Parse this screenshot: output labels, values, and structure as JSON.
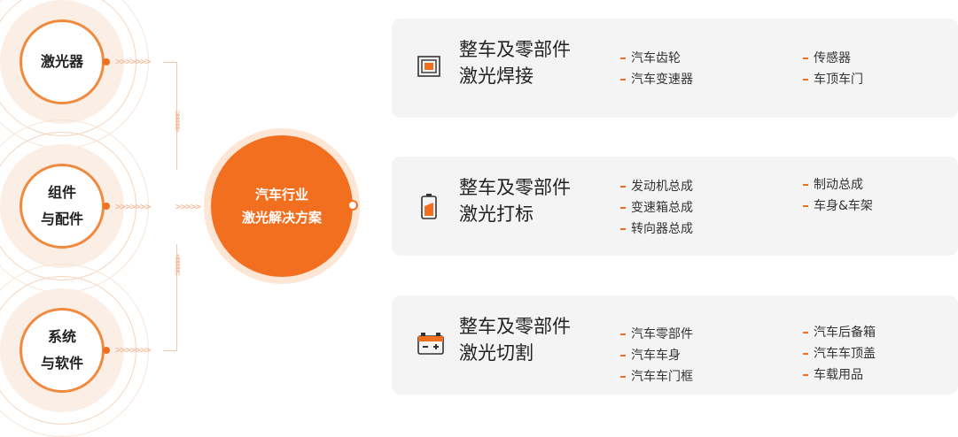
{
  "sources": [
    {
      "line1": "激光器",
      "line2": ""
    },
    {
      "line1": "组件",
      "line2": "与配件"
    },
    {
      "line1": "系统",
      "line2": "与软件"
    }
  ],
  "hub": {
    "line1": "汽车行业",
    "line2": "激光解决方案"
  },
  "cards": [
    {
      "title_line1": "整车及零部件",
      "title_line2": "激光焊接",
      "icon": "welding-icon",
      "col1": [
        "汽车齿轮",
        "汽车变速器"
      ],
      "col2": [
        "传感器",
        "车顶车门"
      ]
    },
    {
      "title_line1": "整车及零部件",
      "title_line2": "激光打标",
      "icon": "battery-marking-icon",
      "col1": [
        "发动机总成",
        "变速箱总成",
        "转向器总成"
      ],
      "col2": [
        "制动总成",
        "车身&车架"
      ]
    },
    {
      "title_line1": "整车及零部件",
      "title_line2": "激光切割",
      "icon": "car-battery-icon",
      "col1": [
        "汽车零部件",
        "汽车车身",
        "汽车车门框"
      ],
      "col2": [
        "汽车后备箱",
        "汽车车顶盖",
        "车载用品"
      ]
    }
  ],
  "colors": {
    "accent": "#f26f1f",
    "accent_light": "#f08a3e",
    "card_bg": "#f4f4f4"
  }
}
